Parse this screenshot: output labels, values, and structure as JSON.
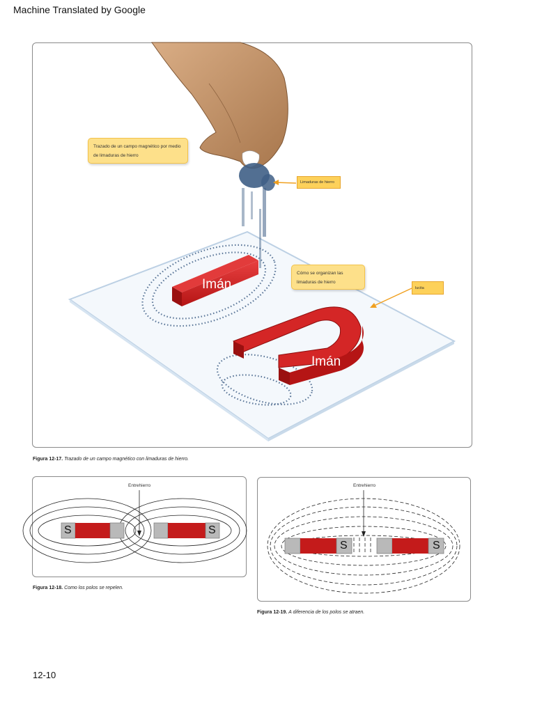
{
  "banner": {
    "text": "Machine Translated by Google"
  },
  "figure17": {
    "callout_title": "Trazado de un campo magnético por medio de limaduras de hierro",
    "callout_filings": "Limaduras de hierro",
    "callout_organize": "Cómo se organizan las limaduras de hierro",
    "callout_glass": "lucita",
    "magnet_label_1": "Imán",
    "magnet_label_2": "Imán",
    "caption_num": "Figura 12-17.",
    "caption_text": "Trazado de un campo magnético con limaduras de hierro."
  },
  "figure18": {
    "gap_label": "Entrehierro",
    "pole_left": "S",
    "pole_right": "S",
    "caption_num": "Figura 12-18.",
    "caption_text": "Como los polos se repelen."
  },
  "figure19": {
    "gap_label": "Entrehierro",
    "pole_left": "S",
    "pole_right": "S",
    "caption_num": "Figura 12-19.",
    "caption_text": "A diferencia de los polos se atraen."
  },
  "colors": {
    "magnet_red": "#cc1f1f",
    "callout_yellow": "#fde08a",
    "glass_edge": "#bcd0e4",
    "filings": "#3f5f86"
  },
  "page_number": "12-10"
}
